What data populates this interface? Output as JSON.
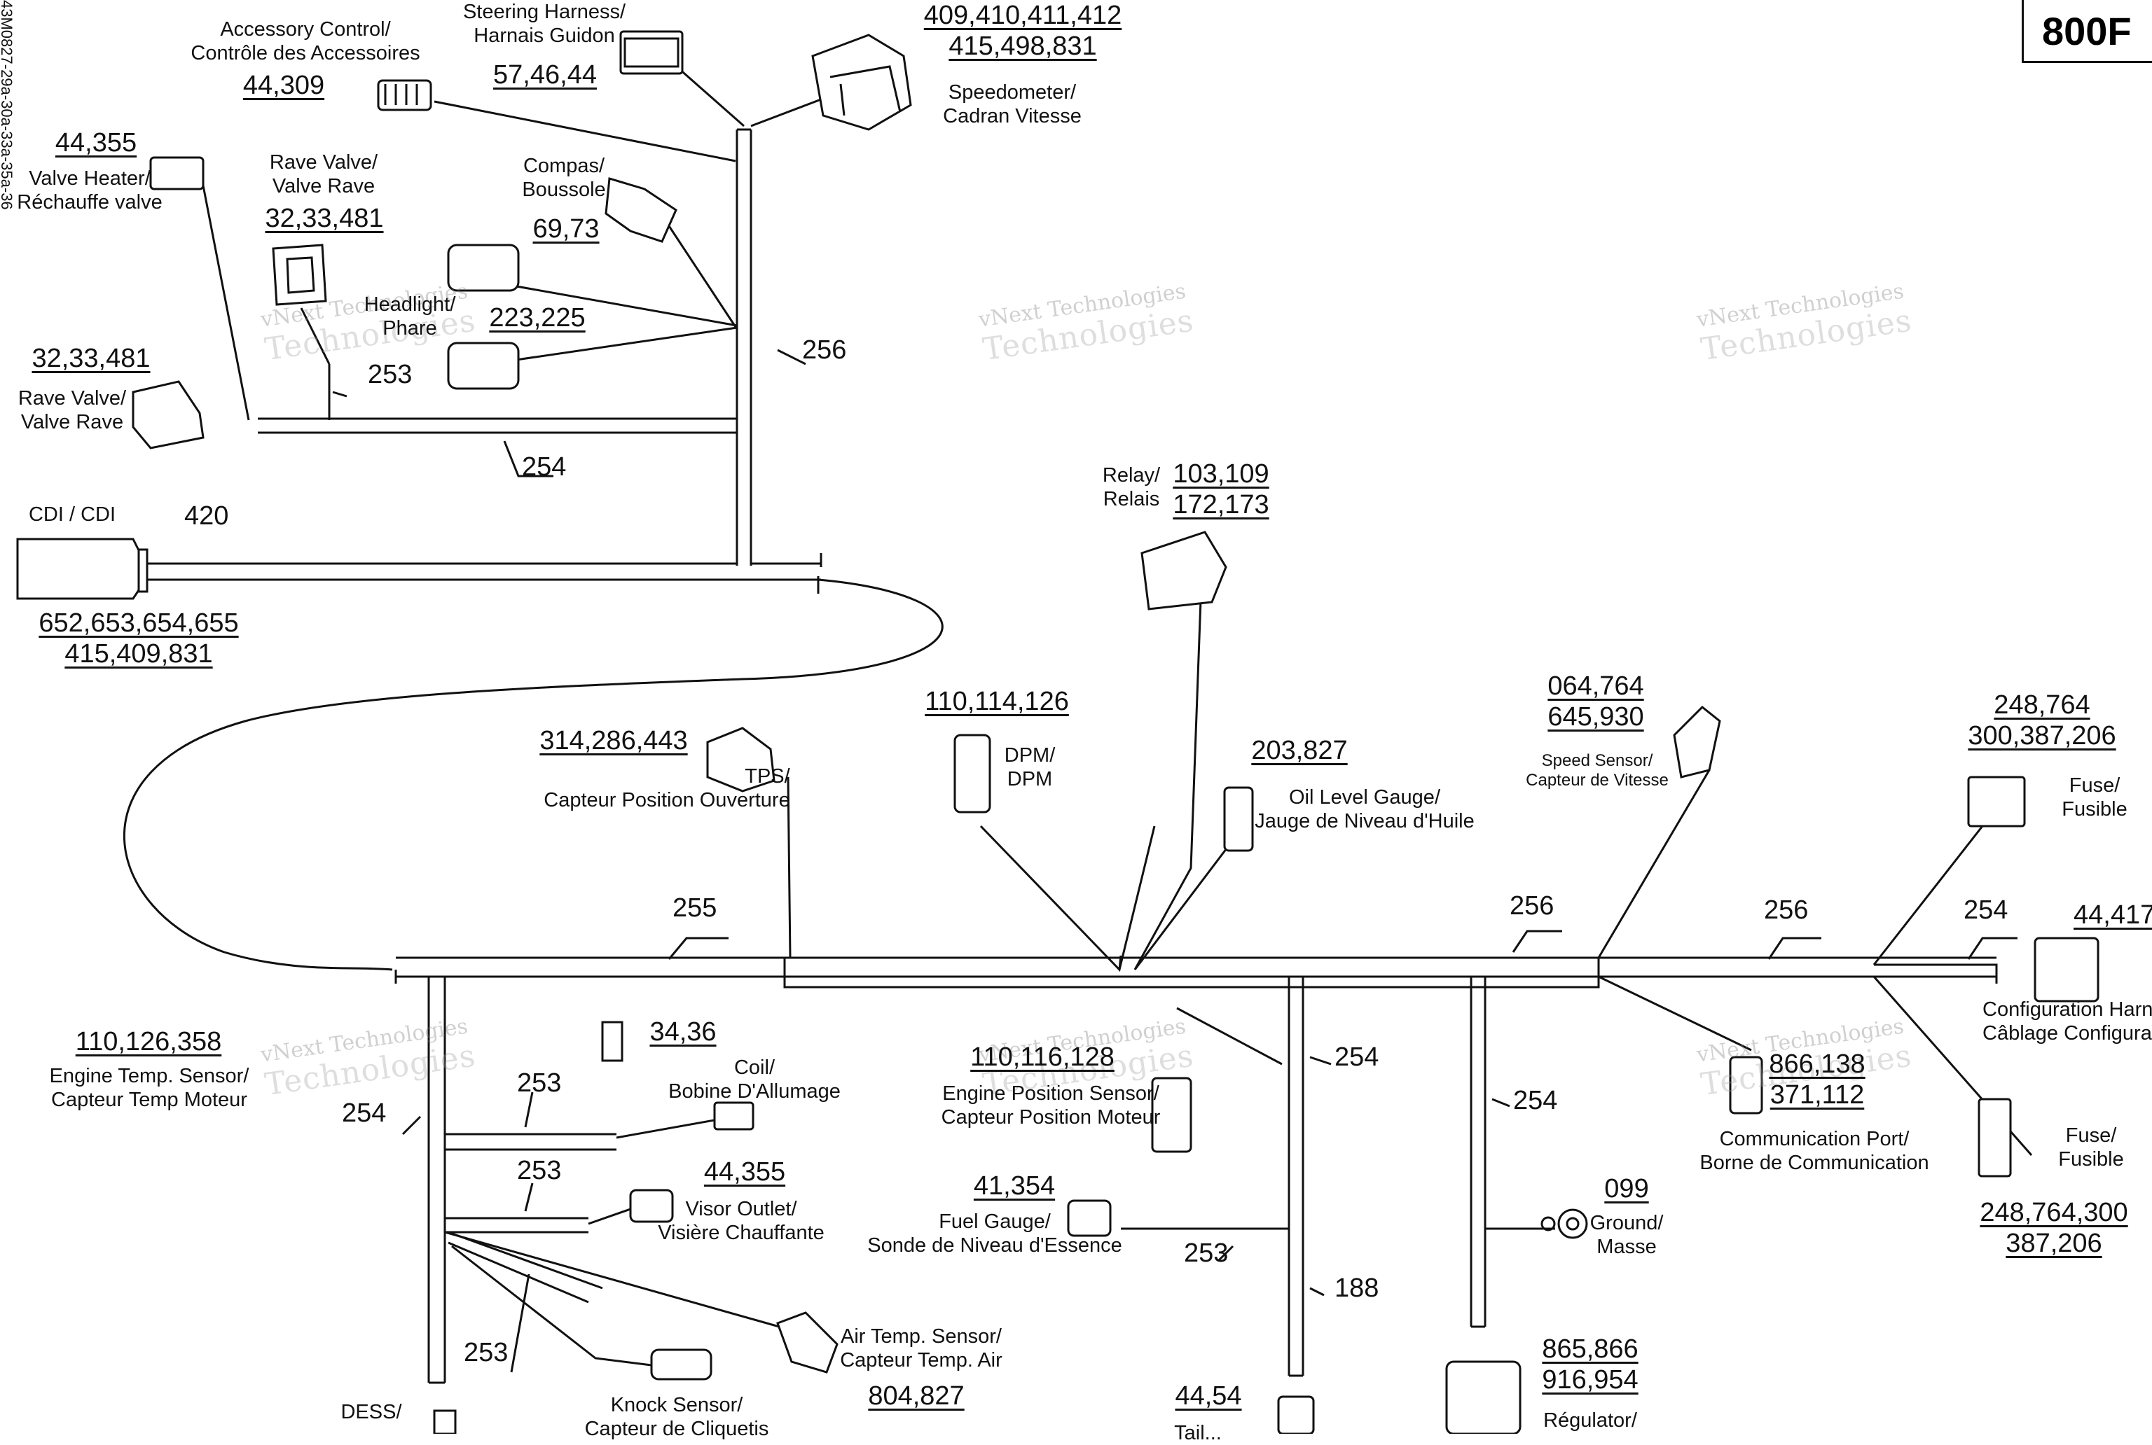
{
  "model": "800F",
  "side_code": "43M0827-29a-30a-33a-35a-36",
  "watermark": {
    "line1": "vNext Technologies",
    "line2": "Technologies"
  },
  "components": {
    "accessory": {
      "name": "Accessory Control/\nContrôle des Accessoires",
      "num": "44,309"
    },
    "steering": {
      "name": "Steering Harness/\nHarnais Guidon",
      "num": "57,46,44"
    },
    "speedo": {
      "num1": "409,410,411,412",
      "num2": "415,498,831",
      "name": "Speedometer/\nCadran Vitesse"
    },
    "valve_heater": {
      "num": "44,355",
      "name": "Valve Heater/\nRéchauffe valve"
    },
    "rave_valve_1": {
      "name": "Rave Valve/\nValve Rave",
      "num": "32,33,481"
    },
    "compass": {
      "name": "Compas/\nBoussole",
      "num": "69,73"
    },
    "headlight": {
      "name": "Headlight/\nPhare",
      "num": "223,225"
    },
    "rave_valve_2": {
      "num": "32,33,481",
      "name": "Rave Valve/\nValve Rave"
    },
    "cdi": {
      "name": "CDI / CDI",
      "tag": "420",
      "num1": "652,653,654,655",
      "num2": "415,409,831"
    },
    "relay": {
      "name": "Relay/\nRelais",
      "num1": "103,109",
      "num2": "172,173"
    },
    "tps": {
      "num": "314,286,443",
      "name": "TPS/\nCapteur Position Ouverture"
    },
    "dpm": {
      "num": "110,114,126",
      "name": "DPM/\nDPM"
    },
    "oil": {
      "num": "203,827",
      "name": "Oil Level Gauge/\nJauge de Niveau d'Huile"
    },
    "speed_sensor": {
      "num1": "064,764",
      "num2": "645,930",
      "name": "Speed Sensor/\nCapteur de Vitesse"
    },
    "fuse_1": {
      "num1": "248,764",
      "num2": "300,387,206",
      "name": "Fuse/\nFusible"
    },
    "config": {
      "num": "44,417",
      "name": "Configuration Harness/\nCâblage Configuration"
    },
    "engine_temp": {
      "num": "110,126,358",
      "name": "Engine Temp. Sensor/\nCapteur Temp Moteur"
    },
    "coil": {
      "num": "34,36",
      "name": "Coil/\nBobine D'Allumage"
    },
    "visor": {
      "num": "44,355",
      "name": "Visor Outlet/\nVisière Chauffante"
    },
    "air_temp": {
      "name": "Air Temp. Sensor/\nCapteur Temp. Air",
      "num": "804,827"
    },
    "knock": {
      "name": "Knock Sensor/\nCapteur de Cliquetis"
    },
    "dess": {
      "name": "DESS/"
    },
    "engine_pos": {
      "num": "110,116,128",
      "name": "Engine Position Sensor/\nCapteur Position Moteur"
    },
    "fuel": {
      "num": "41,354",
      "name": "Fuel Gauge/\nSonde de Niveau d'Essence"
    },
    "taillight": {
      "num": "44,54",
      "name": "Tail..."
    },
    "comm_port": {
      "num1": "866,138",
      "num2": "371,112",
      "name": "Communication Port/\nBorne de Communication"
    },
    "ground": {
      "num": "099",
      "name": "Ground/\nMasse"
    },
    "fuse_2": {
      "name": "Fuse/\nFusible",
      "num1": "248,764,300",
      "num2": "387,206"
    },
    "regulator": {
      "num1": "865,866",
      "num2": "916,954",
      "name": "Régulator/"
    }
  },
  "wires": {
    "w256_top": "256",
    "w254_top": "254",
    "w253_top": "253",
    "w255": "255",
    "w256_mid": "256",
    "w256_right": "256",
    "w254_right": "254",
    "w254_left": "254",
    "w253_a": "253",
    "w253_b": "253",
    "w253_c": "253",
    "w254_c1": "254",
    "w254_c2": "254",
    "w253_fuel": "253",
    "w188": "188"
  }
}
